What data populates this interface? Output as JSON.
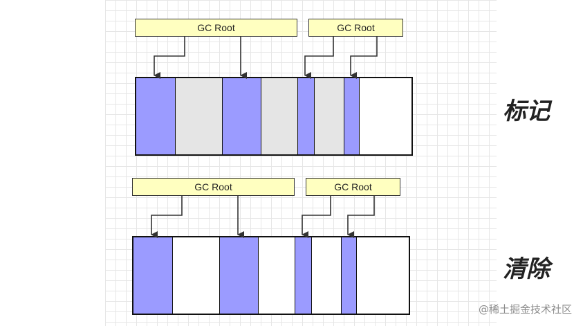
{
  "panels": [
    {
      "stage_label": "标记",
      "roots": [
        {
          "label": "GC Root"
        },
        {
          "label": "GC Root"
        }
      ],
      "cells": [
        "live",
        "dead",
        "live",
        "dead",
        "live",
        "dead",
        "live",
        "free"
      ]
    },
    {
      "stage_label": "清除",
      "roots": [
        {
          "label": "GC Root"
        },
        {
          "label": "GC Root"
        }
      ],
      "cells": [
        "live",
        "free",
        "live",
        "free",
        "live",
        "free",
        "live",
        "free"
      ]
    }
  ],
  "colors": {
    "live_object": "#9b9bff",
    "dead_object": "#e5e5e5",
    "free_space": "#ffffff",
    "gc_root_fill": "#ffffc0"
  },
  "watermark": "@稀土掘金技术社区"
}
